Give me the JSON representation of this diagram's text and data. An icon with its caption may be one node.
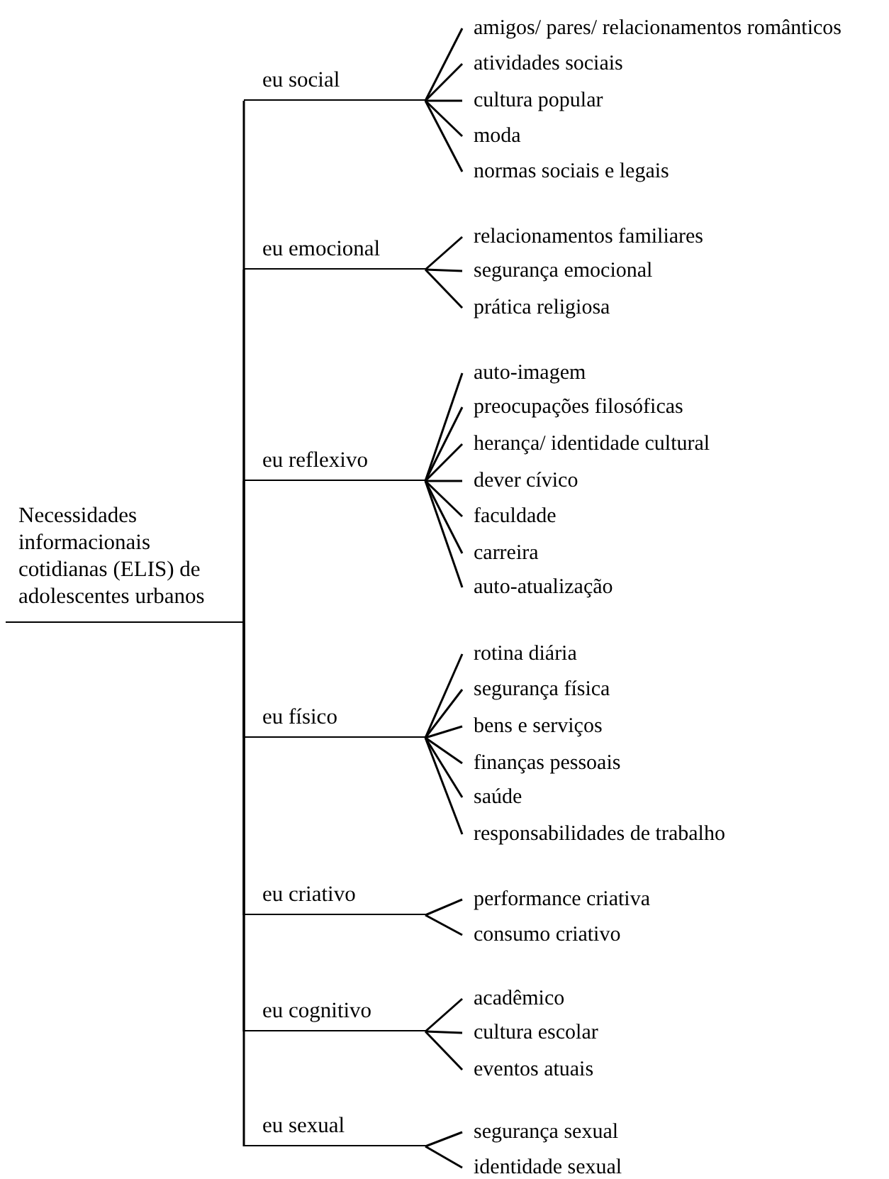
{
  "diagram": {
    "nodes": [
      {
        "text": [
          "Necessidades informacionais cotidianas (ELIS) de adolescentes urbanos"
        ]
      },
      {
        "text": [
          "eu social"
        ]
      },
      {
        "text": [
          "amigos/ pares/ relacionamentos românticos"
        ]
      },
      {
        "text": [
          "atividades sociais"
        ]
      },
      {
        "text": [
          "cultura popular"
        ]
      },
      {
        "text": [
          "moda"
        ]
      },
      {
        "text": [
          "normas sociais e legais"
        ]
      },
      {
        "text": [
          "eu emocional"
        ]
      },
      {
        "text": [
          "relacionamentos familiares"
        ]
      },
      {
        "text": [
          "segurança emocional"
        ]
      },
      {
        "text": [
          "prática religiosa"
        ]
      },
      {
        "text": [
          "eu reflexivo"
        ]
      },
      {
        "text": [
          "auto-imagem"
        ]
      },
      {
        "text": [
          "preocupações filosóficas"
        ]
      },
      {
        "text": [
          "herança/ identidade cultural"
        ]
      },
      {
        "text": [
          "dever cívico"
        ]
      },
      {
        "text": [
          "faculdade"
        ]
      },
      {
        "text": [
          "carreira"
        ]
      },
      {
        "text": [
          "auto-atualização"
        ]
      },
      {
        "text": [
          "eu físico"
        ]
      },
      {
        "text": [
          "rotina diária"
        ]
      },
      {
        "text": [
          "segurança física"
        ]
      },
      {
        "text": [
          "bens e serviços"
        ]
      },
      {
        "text": [
          "finanças pessoais"
        ]
      },
      {
        "text": [
          "saúde"
        ]
      },
      {
        "text": [
          "responsabilidades de trabalho"
        ]
      },
      {
        "text": [
          "eu criativo"
        ]
      },
      {
        "text": [
          "performance criativa"
        ]
      },
      {
        "text": [
          "consumo criativo"
        ]
      },
      {
        "text": [
          "eu cognitivo"
        ]
      },
      {
        "text": [
          "acadêmico"
        ]
      },
      {
        "text": [
          "cultura escolar"
        ]
      },
      {
        "text": [
          "eventos atuais"
        ]
      },
      {
        "text": [
          "eu sexual"
        ]
      },
      {
        "text": [
          "segurança sexual"
        ]
      },
      {
        "text": [
          "identidade sexual"
        ]
      }
    ],
    "edges": [
      {
        "from": 0,
        "to": 1,
        "arrow": "none"
      },
      {
        "from": 0,
        "to": 7,
        "arrow": "none"
      },
      {
        "from": 0,
        "to": 11,
        "arrow": "none"
      },
      {
        "from": 0,
        "to": 19,
        "arrow": "none"
      },
      {
        "from": 0,
        "to": 26,
        "arrow": "none"
      },
      {
        "from": 0,
        "to": 29,
        "arrow": "none"
      },
      {
        "from": 0,
        "to": 33,
        "arrow": "none"
      },
      {
        "from": 1,
        "to": 2,
        "arrow": "none"
      },
      {
        "from": 1,
        "to": 3,
        "arrow": "none"
      },
      {
        "from": 1,
        "to": 4,
        "arrow": "none"
      },
      {
        "from": 1,
        "to": 5,
        "arrow": "none"
      },
      {
        "from": 1,
        "to": 6,
        "arrow": "none"
      },
      {
        "from": 7,
        "to": 8,
        "arrow": "none"
      },
      {
        "from": 7,
        "to": 9,
        "arrow": "none"
      },
      {
        "from": 7,
        "to": 10,
        "arrow": "none"
      },
      {
        "from": 11,
        "to": 12,
        "arrow": "none"
      },
      {
        "from": 11,
        "to": 13,
        "arrow": "none"
      },
      {
        "from": 11,
        "to": 14,
        "arrow": "none"
      },
      {
        "from": 11,
        "to": 15,
        "arrow": "none"
      },
      {
        "from": 11,
        "to": 16,
        "arrow": "none"
      },
      {
        "from": 11,
        "to": 17,
        "arrow": "none"
      },
      {
        "from": 11,
        "to": 18,
        "arrow": "none"
      },
      {
        "from": 19,
        "to": 20,
        "arrow": "none"
      },
      {
        "from": 19,
        "to": 21,
        "arrow": "none"
      },
      {
        "from": 19,
        "to": 22,
        "arrow": "none"
      },
      {
        "from": 19,
        "to": 23,
        "arrow": "none"
      },
      {
        "from": 19,
        "to": 24,
        "arrow": "none"
      },
      {
        "from": 19,
        "to": 25,
        "arrow": "none"
      },
      {
        "from": 26,
        "to": 27,
        "arrow": "none"
      },
      {
        "from": 26,
        "to": 28,
        "arrow": "none"
      },
      {
        "from": 29,
        "to": 30,
        "arrow": "none"
      },
      {
        "from": 29,
        "to": 31,
        "arrow": "none"
      },
      {
        "from": 29,
        "to": 32,
        "arrow": "none"
      },
      {
        "from": 33,
        "to": 34,
        "arrow": "none"
      },
      {
        "from": 33,
        "to": 35,
        "arrow": "none"
      }
    ]
  }
}
